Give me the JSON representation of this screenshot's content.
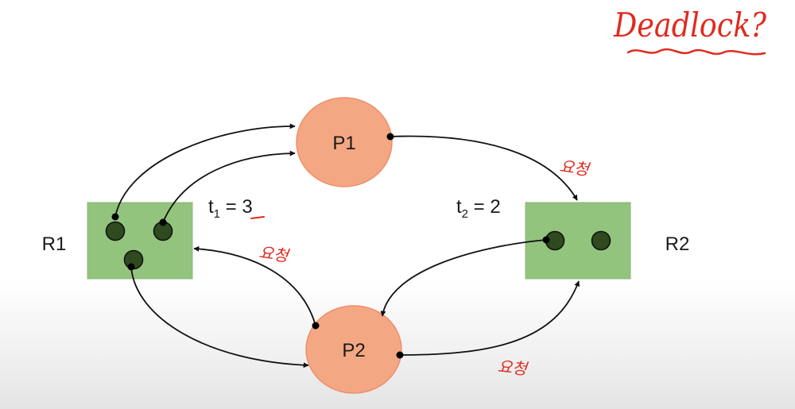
{
  "nodes": {
    "p1": {
      "label": "P1"
    },
    "p2": {
      "label": "P2"
    },
    "r1": {
      "label": "R1"
    },
    "r2": {
      "label": "R2"
    }
  },
  "timing": {
    "t1": {
      "base": "t",
      "sub": "1",
      "rest": " = 3"
    },
    "t2": {
      "base": "t",
      "sub": "2",
      "rest": " = 2"
    }
  },
  "annotations": {
    "heading": "Deadlock?",
    "note_p1_to_r2": "요청",
    "note_p2_to_r1": "요청",
    "note_p2_to_r2": "요청"
  },
  "colors": {
    "process_fill": "#f4a783",
    "resource_fill": "#93c47d",
    "instance_fill": "#2f4a1f",
    "annotation": "#e02a1e"
  }
}
